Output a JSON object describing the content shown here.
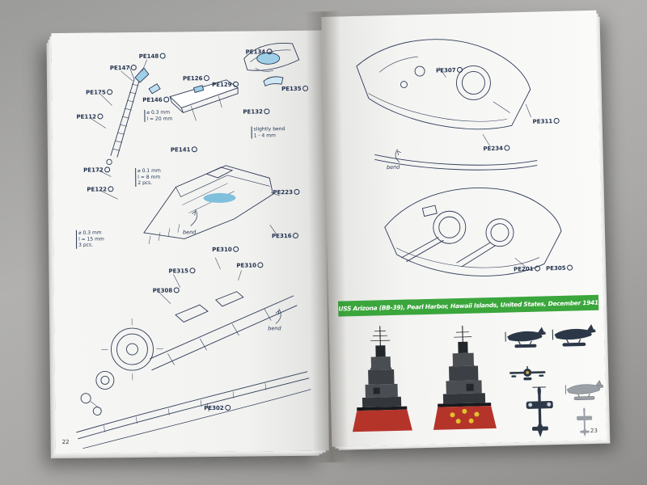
{
  "misc": {
    "bend": "bend"
  },
  "colors": {
    "banner_green": "#3aa63c",
    "hull_red": "#b5342a",
    "aircraft_navy": "#2c3848",
    "etch_highlight_blue": "#8ec6e0"
  },
  "left_page": {
    "page_number": "22",
    "callouts": [
      "PE147",
      "PE148",
      "PE175",
      "PE112",
      "PE172",
      "PE126",
      "PE129",
      "PE146",
      "PE134",
      "PE132",
      "PE135",
      "PE141",
      "PE122",
      "PE223",
      "PE316",
      "PE310",
      "PE315",
      "PE310",
      "PE308",
      "PE302"
    ],
    "notes": [
      "⌀ 0.3 mm\nl = 20 mm",
      "⌀ 0.1 mm\nl = 8 mm\n2 pcs.",
      "⌀ 0.3 mm\nl = 15 mm\n3 pcs.",
      "slightly bend\n1 - 4 mm"
    ]
  },
  "right_page": {
    "page_number": "23",
    "callouts": [
      "PE307",
      "PE311",
      "PE234",
      "PE201",
      "PE305"
    ],
    "banner": {
      "text": "USS Arizona (BB-39), Pearl Harbor, Hawaii Islands, United States, December 1941"
    }
  }
}
